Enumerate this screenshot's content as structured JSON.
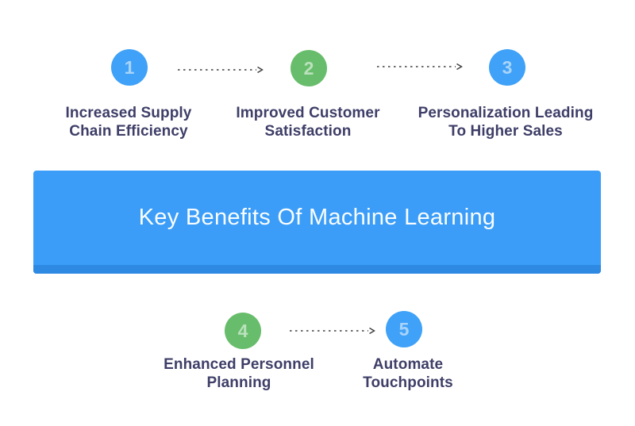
{
  "canvas": {
    "background": "#ffffff"
  },
  "banner": {
    "title": "Key Benefits Of Machine Learning",
    "bg_color": "#3b9df8",
    "edge_color": "#2e89e2",
    "text_color": "#fafdff"
  },
  "label_color": "#3e3e68",
  "arrow_color": "#3d3d3d",
  "steps": [
    {
      "number": "1",
      "circle_color": "#3fa1f7",
      "lines": [
        "Increased Supply",
        "Chain Efficiency"
      ]
    },
    {
      "number": "2",
      "circle_color": "#67bd6b",
      "lines": [
        "Improved Customer",
        "Satisfaction"
      ]
    },
    {
      "number": "3",
      "circle_color": "#3fa1f7",
      "lines": [
        "Personalization Leading",
        "To Higher Sales"
      ]
    },
    {
      "number": "4",
      "circle_color": "#67bd6b",
      "lines": [
        "Enhanced Personnel",
        "Planning"
      ]
    },
    {
      "number": "5",
      "circle_color": "#3fa1f7",
      "lines": [
        "Automate",
        "Touchpoints"
      ]
    }
  ]
}
